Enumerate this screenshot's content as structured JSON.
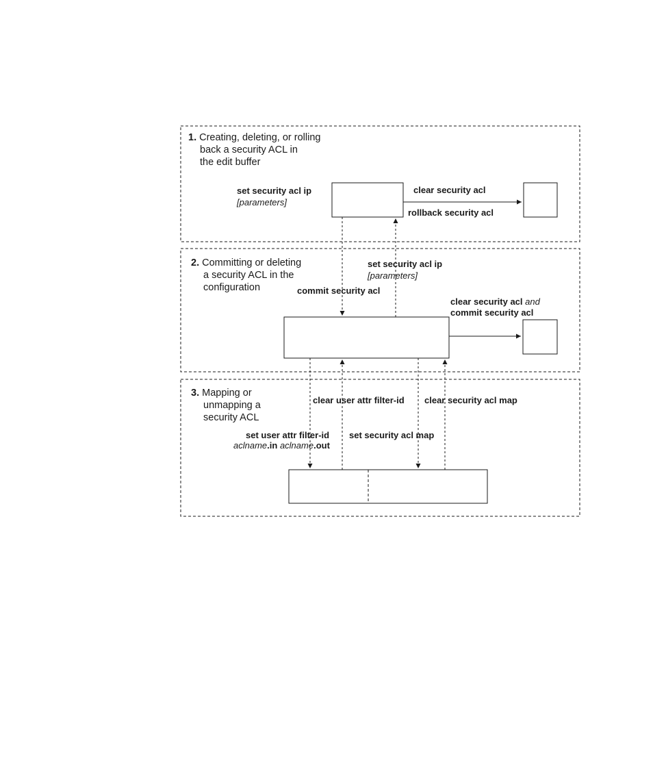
{
  "sections": [
    {
      "number": "1.",
      "lines": [
        "Creating, deleting, or rolling",
        "back a security ACL in",
        "the edit buffer"
      ]
    },
    {
      "number": "2.",
      "lines": [
        "Committing or deleting",
        "a security ACL in the",
        "configuration"
      ]
    },
    {
      "number": "3.",
      "lines": [
        "Mapping or",
        "unmapping a",
        "security ACL"
      ]
    }
  ],
  "labels": {
    "set_acl_ip_1": "set security acl ip",
    "params_1": "[parameters]",
    "clear_acl": "clear security acl",
    "rollback_acl": "rollback security acl",
    "set_acl_ip_2": "set security acl ip",
    "params_2": "[parameters]",
    "commit_acl": "commit security acl",
    "clear_acl_2": "clear security acl",
    "and_word": "and",
    "commit_acl_2": "commit security acl",
    "clear_user_attr": "clear user attr filter-id",
    "clear_acl_map": "clear security acl map",
    "set_user_attr": "set user attr filter-id",
    "aclname_1": "aclname",
    "in_suffix": ".in",
    "aclname_2": "aclname",
    "out_suffix": ".out",
    "set_acl_map": "set security acl map"
  }
}
